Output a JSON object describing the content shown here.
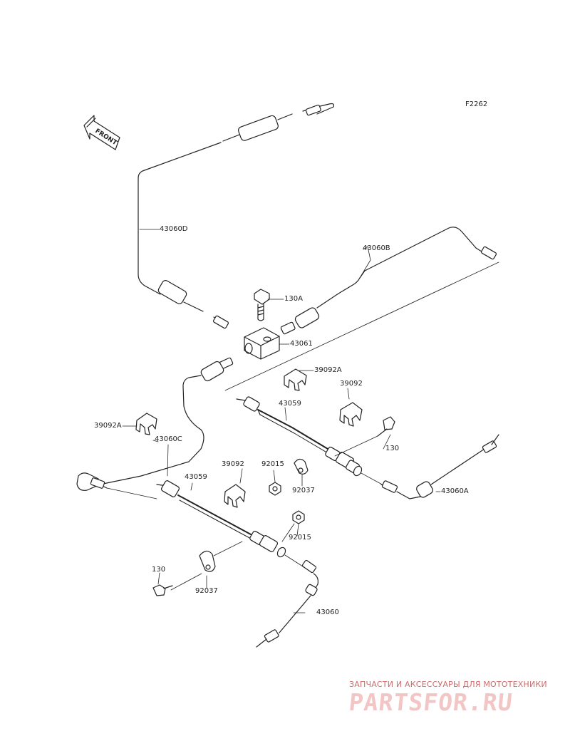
{
  "figure_id": "F2262",
  "front_label": "FRONT",
  "labels": {
    "l_43060D": "43060D",
    "l_130A": "130A",
    "l_43060B": "43060B",
    "l_43061": "43061",
    "l_39092A_top": "39092A",
    "l_39092_top": "39092",
    "l_43059_top": "43059",
    "l_39092A_left": "39092A",
    "l_43060C": "43060C",
    "l_130_right": "130",
    "l_92015_top": "92015",
    "l_39092_mid": "39092",
    "l_43059_bottom": "43059",
    "l_92037_top": "92037",
    "l_43060A": "43060A",
    "l_92015_bottom": "92015",
    "l_130_left": "130",
    "l_92037_bottom": "92037",
    "l_43060": "43060"
  },
  "watermark": {
    "tagline": "ЗАПЧАСТИ И АКСЕССУАРЫ ДЛЯ МОТОТЕХНИКИ",
    "logo": "PARTSFOR.RU"
  }
}
